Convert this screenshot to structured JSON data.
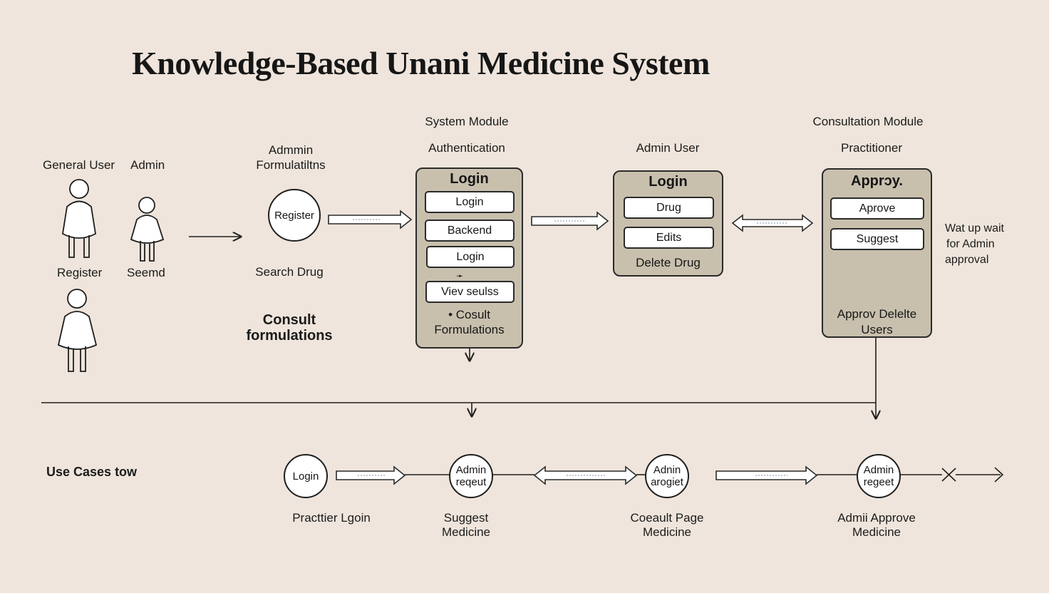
{
  "title": "Knowledge-Based Unani Medicine System",
  "actors": {
    "general_user": "General User",
    "admin": "Admin",
    "register": "Register",
    "seemd": "Seemd"
  },
  "left_col": {
    "header_line1": "Admmin",
    "header_line2": "Formulatiltns",
    "register_circle": "Register",
    "search_drug": "Search Drug",
    "consult_line1": "Consult",
    "consult_line2": "formulations"
  },
  "system_module": {
    "module_label": "System Module",
    "section_label": "Authentication",
    "panel_title": "Login",
    "buttons": [
      "Login",
      "Backend",
      "Login",
      "Viev seulss"
    ],
    "footer_line1": "• Cosult",
    "footer_line2": "Formulations"
  },
  "admin_user": {
    "section_label": "Admin User",
    "panel_title": "Login",
    "buttons": [
      "Drug",
      "Edits"
    ],
    "footer": "Delete Drug"
  },
  "consultation_module": {
    "module_label": "Consultation Module",
    "section_label": "Practitioner",
    "panel_title": "Apprɔy.",
    "buttons": [
      "Aprove",
      "Suggest"
    ],
    "footer_line1": "Approv Delelte",
    "footer_line2": "Users",
    "side_note": [
      "Wat up wait",
      "for Admin",
      "approval"
    ]
  },
  "use_cases": {
    "row_label": "Use Cases tow",
    "nodes": [
      {
        "circle": "Login",
        "caption_line1": "Practtier  Lgoin",
        "caption_line2": ""
      },
      {
        "circle_line1": "Admin",
        "circle_line2": "reqeut",
        "caption_line1": "Suggest",
        "caption_line2": "Medicine"
      },
      {
        "circle_line1": "Adnin",
        "circle_line2": "arogiet",
        "caption_line1": "Coeault Page",
        "caption_line2": "Medicine"
      },
      {
        "circle_line1": "Admin",
        "circle_line2": "regeet",
        "caption_line1": "Admii Approve",
        "caption_line2": "Medicine"
      }
    ]
  }
}
